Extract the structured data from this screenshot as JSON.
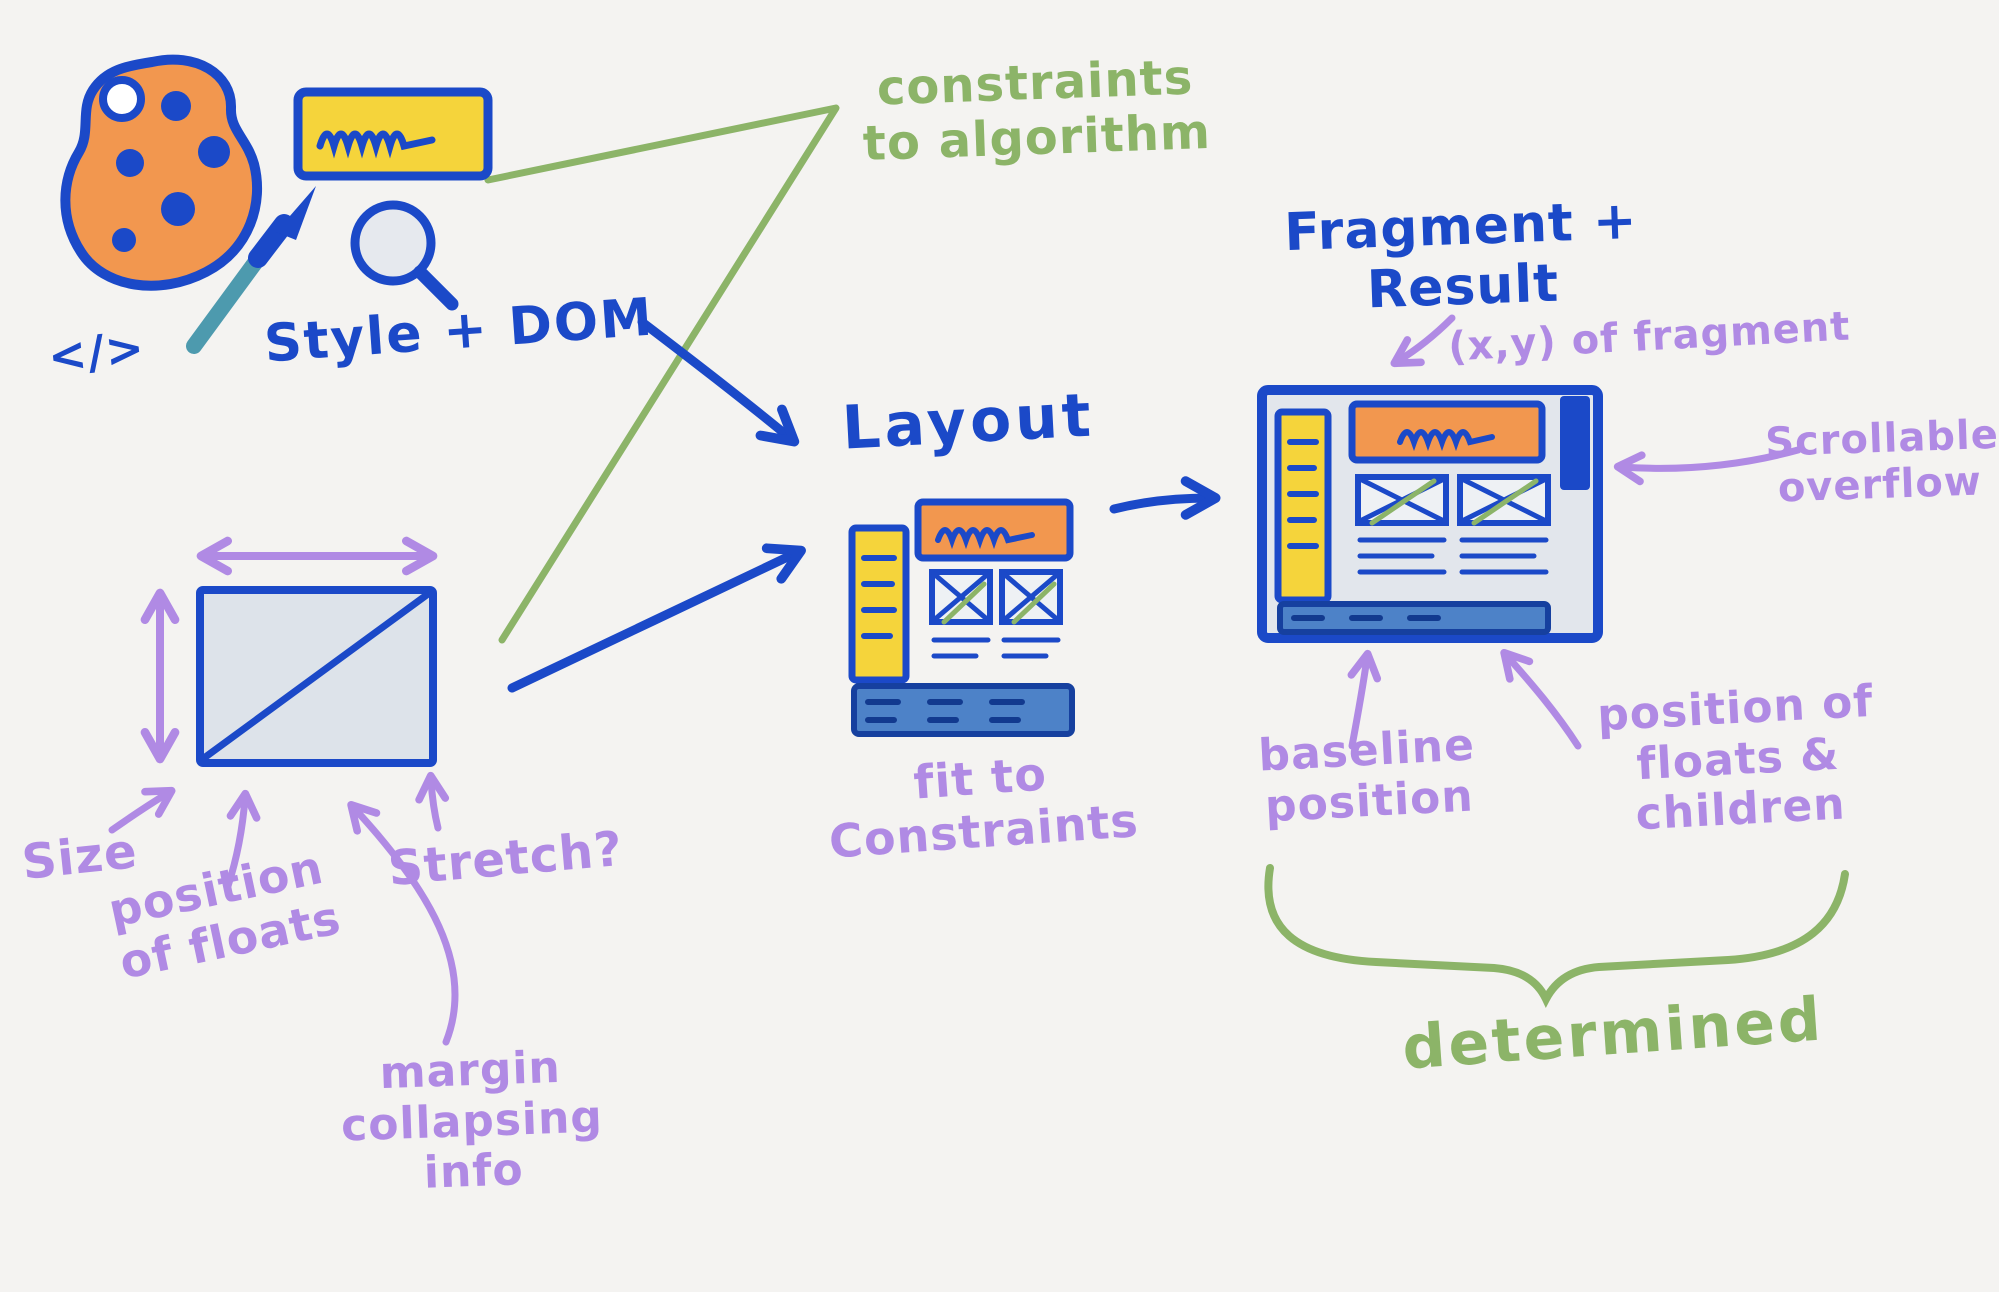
{
  "colors": {
    "bg": "#f4f3f1",
    "blue": "#1b49c8",
    "blue_dark": "#16409f",
    "green": "#8cb468",
    "purple": "#b08ae4",
    "orange": "#f2974f",
    "yellow": "#f5d43b",
    "teal": "#4d9aae",
    "panel": "#e2e6ec",
    "footer_blue": "#4d82c8"
  },
  "labels": {
    "code_glyph": "</>",
    "style_dom": "Style + DOM",
    "constraints_to_algorithm": "constraints\nto algorithm",
    "layout": "Layout",
    "fit_to_constraints": "fit to\nConstraints",
    "fragment_result": "Fragment +\nResult",
    "xy_of_fragment": "(x,y) of fragment",
    "scrollable_overflow": "Scrollable\noverflow",
    "baseline_position": "baseline\nposition",
    "position_floats_children": "position of\nfloats &\nchildren",
    "determined": "determined",
    "size": "Size",
    "position_of_floats": "position\nof floats",
    "stretch": "Stretch?",
    "margin_collapsing_info": "margin\ncollapsing\ninfo"
  },
  "icons": {
    "palette": "palette-icon",
    "paintbrush": "paintbrush-icon",
    "magnifier": "magnifier-icon",
    "style_swatch": "style-swatch-icon",
    "code": "code-icon"
  }
}
